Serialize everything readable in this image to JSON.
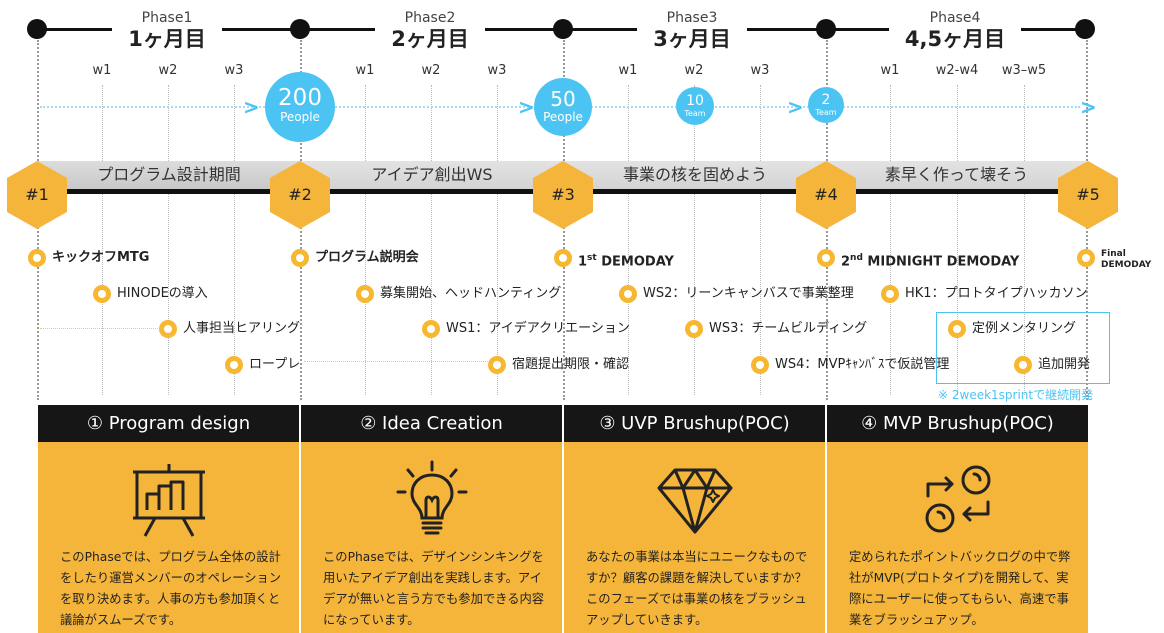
{
  "phases": [
    {
      "name": "Phase1",
      "duration": "1ヶ月目"
    },
    {
      "name": "Phase2",
      "duration": "2ヶ月目"
    },
    {
      "name": "Phase3",
      "duration": "3ヶ月目"
    },
    {
      "name": "Phase4",
      "duration": "4,5ヶ月目"
    }
  ],
  "weeks": [
    "w1",
    "w2",
    "w3",
    "w1",
    "w2",
    "w3",
    "w1",
    "w2",
    "w3",
    "w1",
    "w2-w4",
    "w3–w5"
  ],
  "counts": [
    {
      "num": "200",
      "label": "People"
    },
    {
      "num": "50",
      "label": "People"
    },
    {
      "num": "10",
      "label": "Team"
    },
    {
      "num": "2",
      "label": "Team"
    }
  ],
  "stage_bands": [
    "プログラム設計期間",
    "アイデア創出WS",
    "事業の核を固めよう",
    "素早く作って壊そう"
  ],
  "hexagons": [
    "#1",
    "#2",
    "#3",
    "#4",
    "#5"
  ],
  "milestones": {
    "kickoff": "キックオフMTG",
    "hinode": "HINODEの導入",
    "hearing": "人事担当ヒアリング",
    "roadmap": "ロープレ",
    "program_briefing": "プログラム説明会",
    "recruit": "募集開始、ヘッドハンティング",
    "ws1": "WS1：アイデアクリエーション",
    "homework": "宿題提出期限・確認",
    "demoday1_prefix": "1",
    "demoday1_sup": "st",
    "demoday1_suffix": " DEMODAY",
    "ws2": "WS2：リーンキャンバスで事業整理",
    "ws3": "WS3：チームビルディング",
    "ws4": "WS4：MVPｷｬﾝﾊﾞｽで仮説管理",
    "demoday2_prefix": "2",
    "demoday2_sup": "nd",
    "demoday2_suffix": " MIDNIGHT DEMODAY",
    "hk1": "HK1：プロトタイプハッカソン",
    "mentoring": "定例メンタリング",
    "additional_dev": "追加開発",
    "sprint_note": "※ 2week1sprintで継続開発",
    "final_line1": "Final",
    "final_line2": "DEMODAY"
  },
  "cards": [
    {
      "header": "① Program design",
      "icon": "presentation-board-icon",
      "desc": "このPhaseでは、プログラム全体の設計をしたり運営メンバーのオペレーションを取り決めます。人事の方も参加頂くと議論がスムーズです。"
    },
    {
      "header": "② Idea Creation",
      "icon": "lightbulb-icon",
      "desc": "このPhaseでは、デザインシンキングを用いたアイデア創出を実践します。アイデアが無いと言う方でも参加できる内容になっています。"
    },
    {
      "header": "③ UVP Brushup(POC)",
      "icon": "diamond-icon",
      "desc": "あなたの事業は本当にユニークなものですか？顧客の課題を解決していますか？このフェーズでは事業の核をブラッシュアップしていきます。"
    },
    {
      "header": "④ MVP Brushup(POC)",
      "icon": "cycle-arrows-icon",
      "desc": "定められたポイントバックログの中で弊社がMVP(プロトタイプ)を開発して、実際にユーザーに使ってもらい、高速で事業をブラッシュアップ。"
    }
  ],
  "colors": {
    "accent_orange": "#f5b53a",
    "accent_blue": "#4cc4f3",
    "dark": "#161616",
    "band_gray": "#d7d7d7"
  }
}
